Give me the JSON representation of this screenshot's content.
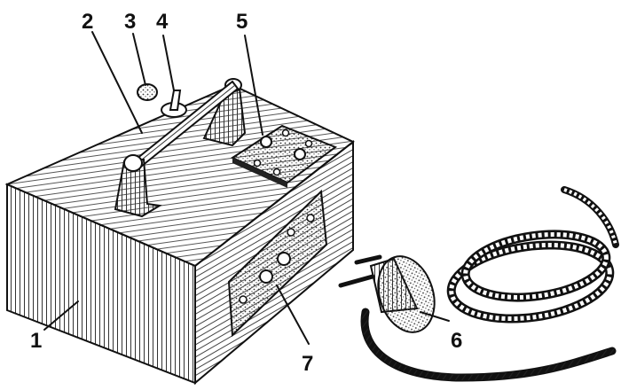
{
  "callouts": [
    {
      "id": "1",
      "text": "1"
    },
    {
      "id": "2",
      "text": "2"
    },
    {
      "id": "3",
      "text": "3"
    },
    {
      "id": "4",
      "text": "4"
    },
    {
      "id": "5",
      "text": "5"
    },
    {
      "id": "6",
      "text": "6"
    },
    {
      "id": "7",
      "text": "7"
    }
  ],
  "colors": {
    "ink": "#111111",
    "paper": "#ffffff"
  }
}
